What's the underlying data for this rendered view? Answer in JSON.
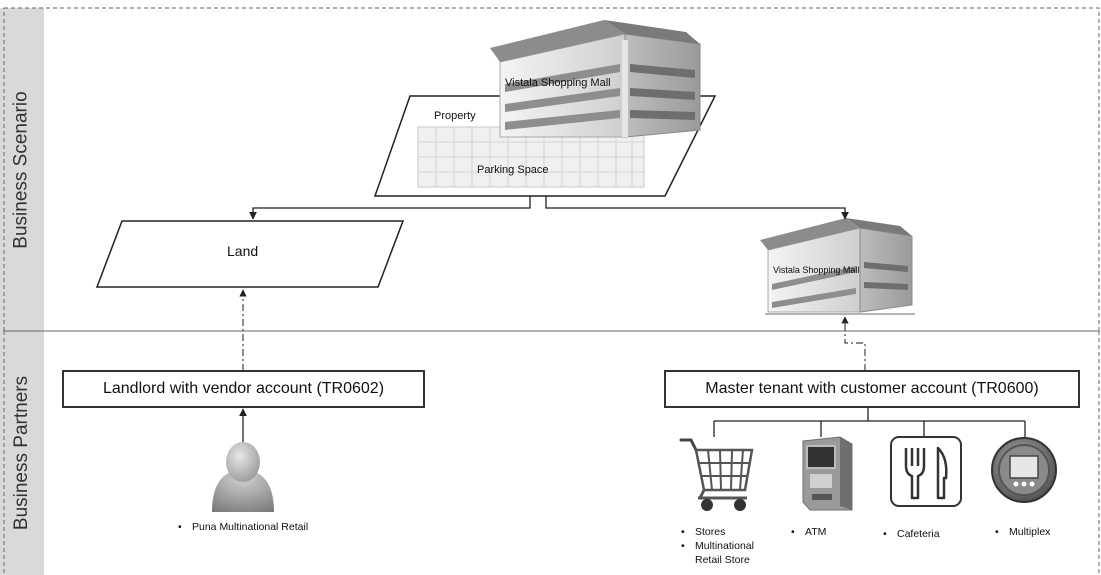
{
  "lanes": {
    "scenario": "Business Scenario",
    "partners": "Business Partners"
  },
  "scenario": {
    "mall_label": "Vistala Shopping Mall",
    "property_label": "Property",
    "parking_label": "Parking Space",
    "land_label": "Land",
    "mall_small_label": "Vistala Shopping Mall"
  },
  "partners": {
    "landlord_box": "Landlord with vendor account (TR0602)",
    "tenant_box": "Master tenant with customer account (TR0600)",
    "landlord_items": [
      "Puna Multinational Retail"
    ],
    "stores_items": [
      "Stores",
      "Multinational Retail Store"
    ],
    "atm_items": [
      "ATM"
    ],
    "cafeteria_items": [
      "Cafeteria"
    ],
    "multiplex_items": [
      "Multiplex"
    ]
  },
  "icons": [
    "building-icon",
    "parking-grid-icon",
    "person-icon",
    "shopping-cart-icon",
    "atm-icon",
    "cutlery-icon",
    "multiplex-icon"
  ],
  "colors": {
    "lane_band": "#d9d9d9",
    "border": "#333333",
    "dashed": "#666666"
  }
}
